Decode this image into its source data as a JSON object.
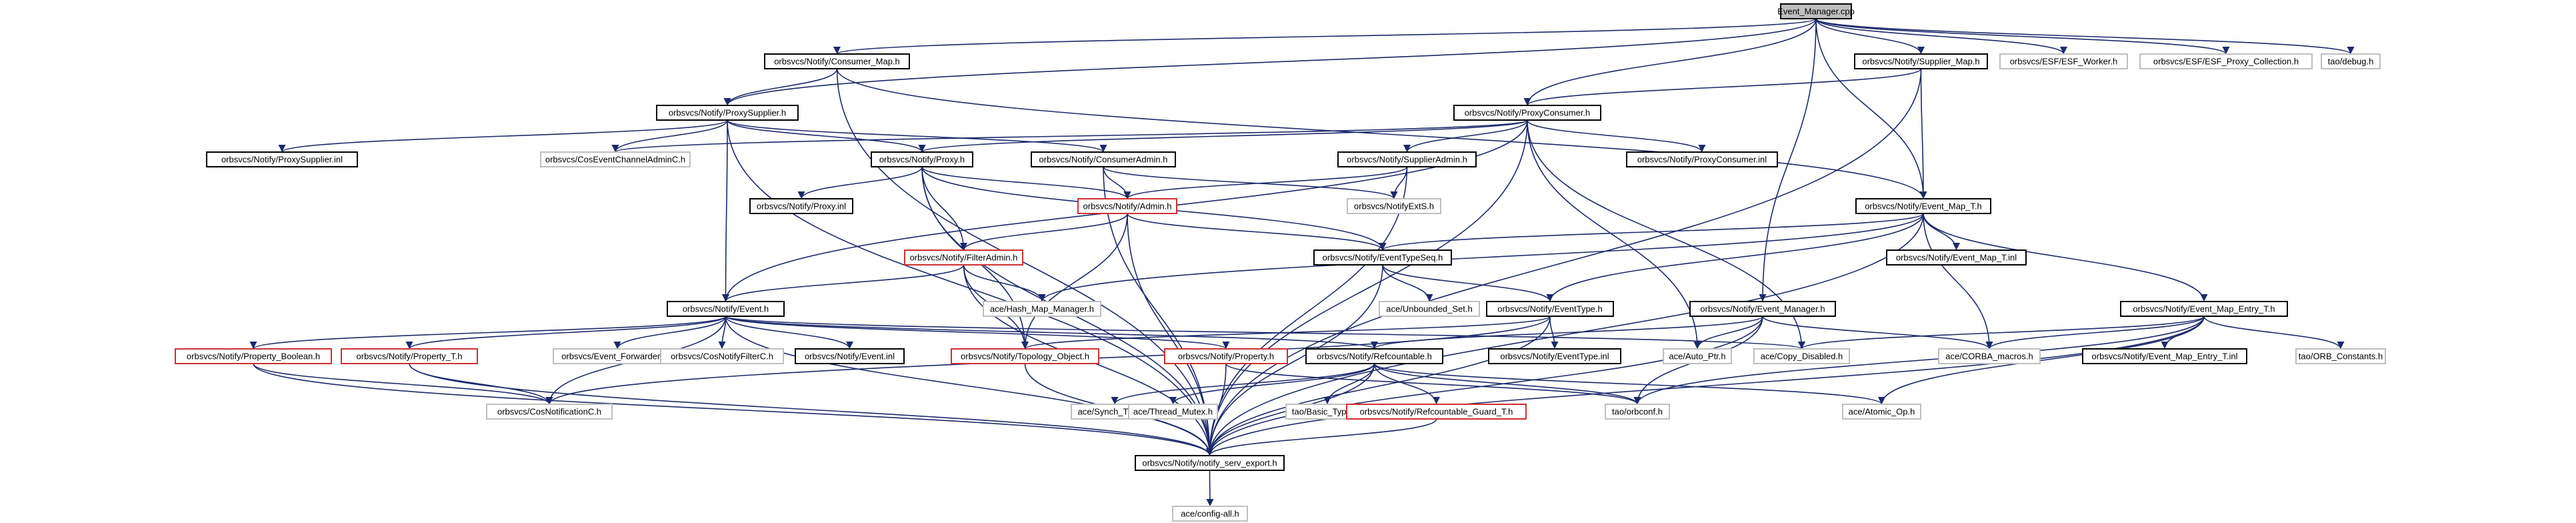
{
  "title": "Event_Manager.cpp",
  "colors": {
    "edge": "#1b2a6b",
    "root_fill": "#bfbfbf",
    "documented_border": "#000000",
    "truncated_border": "#d03030",
    "undocumented_border": "#bfbfbf"
  },
  "nodes": [
    {
      "id": "root",
      "label": "Event_Manager.cpp",
      "kind": "root"
    },
    {
      "id": "consumer_map",
      "label": "orbsvcs/Notify/Consumer_Map.h",
      "kind": "documented"
    },
    {
      "id": "supplier_map",
      "label": "orbsvcs/Notify/Supplier_Map.h",
      "kind": "documented"
    },
    {
      "id": "esf_worker",
      "label": "orbsvcs/ESF/ESF_Worker.h",
      "kind": "undocumented"
    },
    {
      "id": "esf_proxy_coll",
      "label": "orbsvcs/ESF/ESF_Proxy_Collection.h",
      "kind": "undocumented"
    },
    {
      "id": "tao_debug",
      "label": "tao/debug.h",
      "kind": "undocumented"
    },
    {
      "id": "proxy_supplier",
      "label": "orbsvcs/Notify/ProxySupplier.h",
      "kind": "documented"
    },
    {
      "id": "proxy_consumer",
      "label": "orbsvcs/Notify/ProxyConsumer.h",
      "kind": "documented"
    },
    {
      "id": "proxy_supplier_inl",
      "label": "orbsvcs/Notify/ProxySupplier.inl",
      "kind": "documented"
    },
    {
      "id": "cos_ec_admin",
      "label": "orbsvcs/CosEventChannelAdminC.h",
      "kind": "undocumented"
    },
    {
      "id": "proxy",
      "label": "orbsvcs/Notify/Proxy.h",
      "kind": "documented"
    },
    {
      "id": "consumer_admin",
      "label": "orbsvcs/Notify/ConsumerAdmin.h",
      "kind": "documented"
    },
    {
      "id": "supplier_admin",
      "label": "orbsvcs/Notify/SupplierAdmin.h",
      "kind": "documented"
    },
    {
      "id": "proxy_consumer_inl",
      "label": "orbsvcs/Notify/ProxyConsumer.inl",
      "kind": "documented"
    },
    {
      "id": "proxy_inl",
      "label": "orbsvcs/Notify/Proxy.inl",
      "kind": "documented"
    },
    {
      "id": "admin",
      "label": "orbsvcs/Notify/Admin.h",
      "kind": "truncated"
    },
    {
      "id": "notify_ext",
      "label": "orbsvcs/NotifyExtS.h",
      "kind": "undocumented"
    },
    {
      "id": "event_map_t",
      "label": "orbsvcs/Notify/Event_Map_T.h",
      "kind": "documented"
    },
    {
      "id": "filter_admin",
      "label": "orbsvcs/Notify/FilterAdmin.h",
      "kind": "truncated"
    },
    {
      "id": "event_type_seq",
      "label": "orbsvcs/Notify/EventTypeSeq.h",
      "kind": "documented"
    },
    {
      "id": "event_map_t_inl",
      "label": "orbsvcs/Notify/Event_Map_T.inl",
      "kind": "documented"
    },
    {
      "id": "hash_map",
      "label": "ace/Hash_Map_Manager.h",
      "kind": "undocumented"
    },
    {
      "id": "unbounded_set",
      "label": "ace/Unbounded_Set.h",
      "kind": "undocumented"
    },
    {
      "id": "event",
      "label": "orbsvcs/Notify/Event.h",
      "kind": "documented"
    },
    {
      "id": "event_type",
      "label": "orbsvcs/Notify/EventType.h",
      "kind": "documented"
    },
    {
      "id": "event_manager_h",
      "label": "orbsvcs/Notify/Event_Manager.h",
      "kind": "documented"
    },
    {
      "id": "event_map_entry_t",
      "label": "orbsvcs/Notify/Event_Map_Entry_T.h",
      "kind": "documented"
    },
    {
      "id": "prop_boolean",
      "label": "orbsvcs/Notify/Property_Boolean.h",
      "kind": "truncated"
    },
    {
      "id": "property_t",
      "label": "orbsvcs/Notify/Property_T.h",
      "kind": "truncated"
    },
    {
      "id": "event_fwd",
      "label": "orbsvcs/Event_ForwarderS.h",
      "kind": "undocumented"
    },
    {
      "id": "cos_notify_filter",
      "label": "orbsvcs/CosNotifyFilterC.h",
      "kind": "undocumented"
    },
    {
      "id": "event_inl",
      "label": "orbsvcs/Notify/Event.inl",
      "kind": "documented"
    },
    {
      "id": "topology_object",
      "label": "orbsvcs/Notify/Topology_Object.h",
      "kind": "truncated"
    },
    {
      "id": "property",
      "label": "orbsvcs/Notify/Property.h",
      "kind": "truncated"
    },
    {
      "id": "refcountable",
      "label": "orbsvcs/Notify/Refcountable.h",
      "kind": "documented"
    },
    {
      "id": "event_type_inl",
      "label": "orbsvcs/Notify/EventType.inl",
      "kind": "documented"
    },
    {
      "id": "auto_ptr",
      "label": "ace/Auto_Ptr.h",
      "kind": "undocumented"
    },
    {
      "id": "copy_disabled",
      "label": "ace/Copy_Disabled.h",
      "kind": "undocumented"
    },
    {
      "id": "corba_macros",
      "label": "ace/CORBA_macros.h",
      "kind": "undocumented"
    },
    {
      "id": "event_map_entry_t_inl",
      "label": "orbsvcs/Notify/Event_Map_Entry_T.inl",
      "kind": "documented"
    },
    {
      "id": "orb_constants",
      "label": "tao/ORB_Constants.h",
      "kind": "undocumented"
    },
    {
      "id": "cos_notification",
      "label": "orbsvcs/CosNotificationC.h",
      "kind": "undocumented"
    },
    {
      "id": "synch_traits",
      "label": "ace/Synch_Traits.h",
      "kind": "undocumented"
    },
    {
      "id": "thread_mutex",
      "label": "ace/Thread_Mutex.h",
      "kind": "undocumented"
    },
    {
      "id": "basic_types",
      "label": "tao/Basic_Types.h",
      "kind": "undocumented"
    },
    {
      "id": "refcountable_guard",
      "label": "orbsvcs/Notify/Refcountable_Guard_T.h",
      "kind": "truncated"
    },
    {
      "id": "orbconf",
      "label": "tao/orbconf.h",
      "kind": "undocumented"
    },
    {
      "id": "atomic_op",
      "label": "ace/Atomic_Op.h",
      "kind": "undocumented"
    },
    {
      "id": "notify_serv_export",
      "label": "orbsvcs/Notify/notify_serv_export.h",
      "kind": "documented"
    },
    {
      "id": "config_all",
      "label": "ace/config-all.h",
      "kind": "undocumented"
    }
  ],
  "edges": [
    [
      "root",
      "consumer_map"
    ],
    [
      "root",
      "supplier_map"
    ],
    [
      "root",
      "esf_worker"
    ],
    [
      "root",
      "esf_proxy_coll"
    ],
    [
      "root",
      "tao_debug"
    ],
    [
      "root",
      "proxy_supplier"
    ],
    [
      "root",
      "proxy_consumer"
    ],
    [
      "root",
      "event_map_t"
    ],
    [
      "root",
      "event_manager_h"
    ],
    [
      "consumer_map",
      "proxy_supplier"
    ],
    [
      "consumer_map",
      "event_map_t"
    ],
    [
      "consumer_map",
      "notify_serv_export"
    ],
    [
      "supplier_map",
      "proxy_consumer"
    ],
    [
      "supplier_map",
      "event_map_t"
    ],
    [
      "supplier_map",
      "notify_serv_export"
    ],
    [
      "proxy_supplier",
      "proxy_supplier_inl"
    ],
    [
      "proxy_supplier",
      "cos_ec_admin"
    ],
    [
      "proxy_supplier",
      "proxy"
    ],
    [
      "proxy_supplier",
      "consumer_admin"
    ],
    [
      "proxy_supplier",
      "event"
    ],
    [
      "proxy_supplier",
      "notify_serv_export"
    ],
    [
      "proxy_consumer",
      "cos_ec_admin"
    ],
    [
      "proxy_consumer",
      "proxy"
    ],
    [
      "proxy_consumer",
      "supplier_admin"
    ],
    [
      "proxy_consumer",
      "proxy_consumer_inl"
    ],
    [
      "proxy_consumer",
      "event"
    ],
    [
      "proxy_consumer",
      "auto_ptr"
    ],
    [
      "proxy_consumer",
      "copy_disabled"
    ],
    [
      "proxy_consumer",
      "notify_serv_export"
    ],
    [
      "proxy",
      "proxy_inl"
    ],
    [
      "proxy",
      "admin"
    ],
    [
      "proxy",
      "filter_admin"
    ],
    [
      "proxy",
      "event_type_seq"
    ],
    [
      "proxy",
      "topology_object"
    ],
    [
      "proxy",
      "notify_serv_export"
    ],
    [
      "consumer_admin",
      "admin"
    ],
    [
      "consumer_admin",
      "notify_ext"
    ],
    [
      "consumer_admin",
      "notify_serv_export"
    ],
    [
      "supplier_admin",
      "admin"
    ],
    [
      "supplier_admin",
      "notify_ext"
    ],
    [
      "supplier_admin",
      "notify_serv_export"
    ],
    [
      "admin",
      "filter_admin"
    ],
    [
      "admin",
      "event_type_seq"
    ],
    [
      "admin",
      "topology_object"
    ],
    [
      "admin",
      "notify_serv_export"
    ],
    [
      "filter_admin",
      "event"
    ],
    [
      "filter_admin",
      "hash_map"
    ],
    [
      "filter_admin",
      "topology_object"
    ],
    [
      "filter_admin",
      "notify_serv_export"
    ],
    [
      "event_map_t",
      "event_type_seq"
    ],
    [
      "event_map_t",
      "event_map_t_inl"
    ],
    [
      "event_map_t",
      "event_type"
    ],
    [
      "event_map_t",
      "event_map_entry_t"
    ],
    [
      "event_map_t",
      "hash_map"
    ],
    [
      "event_map_t",
      "corba_macros"
    ],
    [
      "event_map_t",
      "notify_serv_export"
    ],
    [
      "event_type_seq",
      "unbounded_set"
    ],
    [
      "event_type_seq",
      "event_type"
    ],
    [
      "event_type_seq",
      "notify_serv_export"
    ],
    [
      "event",
      "prop_boolean"
    ],
    [
      "event",
      "property_t"
    ],
    [
      "event",
      "event_fwd"
    ],
    [
      "event",
      "cos_notify_filter"
    ],
    [
      "event",
      "event_inl"
    ],
    [
      "event",
      "property"
    ],
    [
      "event",
      "refcountable"
    ],
    [
      "event",
      "copy_disabled"
    ],
    [
      "event",
      "cos_notification"
    ],
    [
      "event",
      "notify_serv_export"
    ],
    [
      "event_type",
      "event_type_inl"
    ],
    [
      "event_type",
      "topology_object"
    ],
    [
      "event_type",
      "cos_notification"
    ],
    [
      "event_type",
      "notify_serv_export"
    ],
    [
      "event_manager_h",
      "refcountable"
    ],
    [
      "event_manager_h",
      "auto_ptr"
    ],
    [
      "event_manager_h",
      "corba_macros"
    ],
    [
      "event_manager_h",
      "orbconf"
    ],
    [
      "event_manager_h",
      "notify_serv_export"
    ],
    [
      "event_map_entry_t",
      "copy_disabled"
    ],
    [
      "event_map_entry_t",
      "corba_macros"
    ],
    [
      "event_map_entry_t",
      "event_map_entry_t_inl"
    ],
    [
      "event_map_entry_t",
      "orb_constants"
    ],
    [
      "event_map_entry_t",
      "orbconf"
    ],
    [
      "event_map_entry_t",
      "atomic_op"
    ],
    [
      "event_map_entry_t",
      "notify_serv_export"
    ],
    [
      "prop_boolean",
      "cos_notification"
    ],
    [
      "prop_boolean",
      "notify_serv_export"
    ],
    [
      "property_t",
      "cos_notification"
    ],
    [
      "property_t",
      "notify_serv_export"
    ],
    [
      "property",
      "orbconf"
    ],
    [
      "property",
      "notify_serv_export"
    ],
    [
      "refcountable",
      "synch_traits"
    ],
    [
      "refcountable",
      "thread_mutex"
    ],
    [
      "refcountable",
      "basic_types"
    ],
    [
      "refcountable",
      "refcountable_guard"
    ],
    [
      "refcountable",
      "orbconf"
    ],
    [
      "refcountable",
      "atomic_op"
    ],
    [
      "refcountable",
      "notify_serv_export"
    ],
    [
      "refcountable_guard",
      "notify_serv_export"
    ],
    [
      "topology_object",
      "notify_serv_export"
    ],
    [
      "notify_serv_export",
      "config_all"
    ]
  ]
}
